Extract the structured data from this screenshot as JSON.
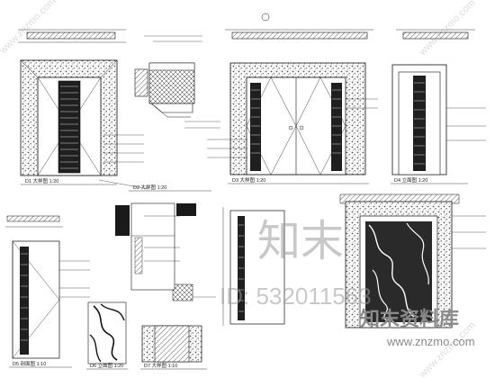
{
  "sheet": {
    "watermark_text": "知末",
    "watermark_id": "ID: 532011563",
    "brand_cn": "知末资料库",
    "brand_url": "www.znzmo.com",
    "corner_watermark": "www.znzmo.com"
  },
  "panel_titles": [
    "D1 大样图 1:20",
    "D2 大样图 1:20",
    "D3 大样图 1:20",
    "D4 立面图 1:20",
    "D5 剖面图 1:10",
    "D6 立面图 1:20",
    "D7 大样图 1:10"
  ],
  "colors": {
    "line": "#1a1a1a",
    "stone_fill": "#cfcfcf",
    "glass_dark": "#2a2a2a",
    "watermark": "#9a9a9a",
    "brand": "#8a8a8a"
  }
}
